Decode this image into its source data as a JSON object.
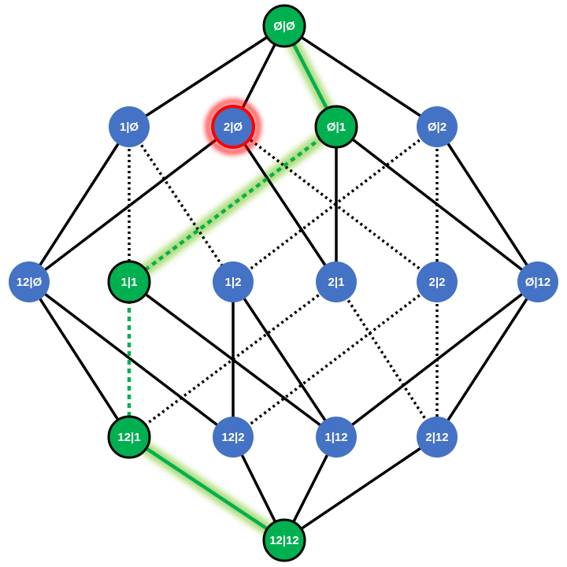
{
  "colors": {
    "node_default": "#4472C4",
    "node_highlight": "#00B050",
    "node_selected": "#4472C4",
    "node_outline": "#000000",
    "selected_outline": "#FF0000",
    "edge": "#000000",
    "path": "#00B050",
    "path_glow": "#92D050",
    "label": "#FFFFFF"
  },
  "nodes": [
    {
      "id": "00",
      "label": "Ø|Ø",
      "state": "highlight"
    },
    {
      "id": "10",
      "label": "1|Ø",
      "state": "default"
    },
    {
      "id": "20",
      "label": "2|Ø",
      "state": "selected"
    },
    {
      "id": "01",
      "label": "Ø|1",
      "state": "highlight"
    },
    {
      "id": "02",
      "label": "Ø|2",
      "state": "default"
    },
    {
      "id": "120",
      "label": "12|Ø",
      "state": "default"
    },
    {
      "id": "11",
      "label": "1|1",
      "state": "highlight"
    },
    {
      "id": "12",
      "label": "1|2",
      "state": "default"
    },
    {
      "id": "21",
      "label": "2|1",
      "state": "default"
    },
    {
      "id": "22",
      "label": "2|2",
      "state": "default"
    },
    {
      "id": "012",
      "label": "Ø|12",
      "state": "default"
    },
    {
      "id": "121",
      "label": "12|1",
      "state": "highlight"
    },
    {
      "id": "122",
      "label": "12|2",
      "state": "default"
    },
    {
      "id": "112",
      "label": "1|12",
      "state": "default"
    },
    {
      "id": "212",
      "label": "2|12",
      "state": "default"
    },
    {
      "id": "1212",
      "label": "12|12",
      "state": "highlight"
    }
  ],
  "edges": [
    {
      "from": "00",
      "to": "10",
      "style": "solid"
    },
    {
      "from": "00",
      "to": "20",
      "style": "solid"
    },
    {
      "from": "00",
      "to": "01",
      "style": "path"
    },
    {
      "from": "00",
      "to": "02",
      "style": "solid"
    },
    {
      "from": "10",
      "to": "120",
      "style": "solid"
    },
    {
      "from": "10",
      "to": "11",
      "style": "dotted"
    },
    {
      "from": "10",
      "to": "12",
      "style": "dotted"
    },
    {
      "from": "20",
      "to": "120",
      "style": "solid"
    },
    {
      "from": "20",
      "to": "21",
      "style": "solid"
    },
    {
      "from": "20",
      "to": "22",
      "style": "dotted"
    },
    {
      "from": "01",
      "to": "11",
      "style": "path-dotted"
    },
    {
      "from": "01",
      "to": "21",
      "style": "solid"
    },
    {
      "from": "01",
      "to": "012",
      "style": "solid"
    },
    {
      "from": "02",
      "to": "12",
      "style": "dotted"
    },
    {
      "from": "02",
      "to": "22",
      "style": "dotted"
    },
    {
      "from": "02",
      "to": "012",
      "style": "solid"
    },
    {
      "from": "120",
      "to": "121",
      "style": "solid"
    },
    {
      "from": "120",
      "to": "122",
      "style": "solid"
    },
    {
      "from": "11",
      "to": "121",
      "style": "path-dotted"
    },
    {
      "from": "11",
      "to": "112",
      "style": "solid"
    },
    {
      "from": "12",
      "to": "122",
      "style": "solid"
    },
    {
      "from": "12",
      "to": "112",
      "style": "solid"
    },
    {
      "from": "21",
      "to": "121",
      "style": "dotted"
    },
    {
      "from": "21",
      "to": "212",
      "style": "dotted"
    },
    {
      "from": "22",
      "to": "122",
      "style": "dotted"
    },
    {
      "from": "22",
      "to": "212",
      "style": "dotted"
    },
    {
      "from": "012",
      "to": "112",
      "style": "solid"
    },
    {
      "from": "012",
      "to": "212",
      "style": "solid"
    },
    {
      "from": "121",
      "to": "1212",
      "style": "path"
    },
    {
      "from": "122",
      "to": "1212",
      "style": "solid"
    },
    {
      "from": "112",
      "to": "1212",
      "style": "solid"
    },
    {
      "from": "212",
      "to": "1212",
      "style": "solid"
    }
  ]
}
